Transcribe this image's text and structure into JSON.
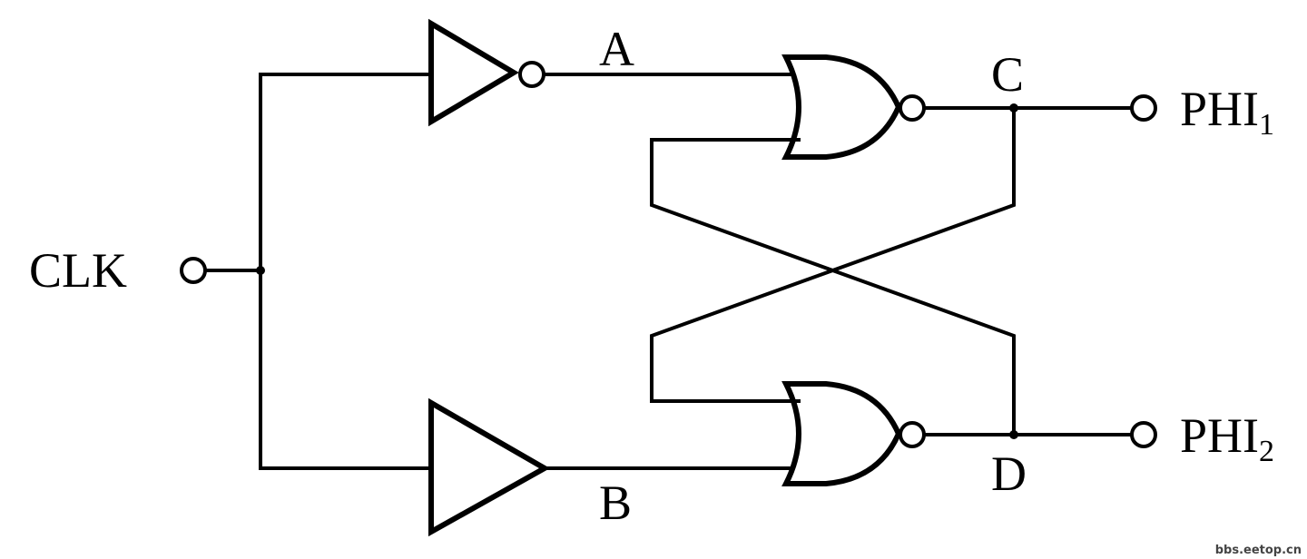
{
  "labels": {
    "clk": "CLK",
    "a": "A",
    "b": "B",
    "c": "C",
    "d": "D",
    "phi1_main": "PHI",
    "phi1_sub": "1",
    "phi2_main": "PHI",
    "phi2_sub": "2"
  },
  "watermark": "bbs.eetop.cn",
  "colors": {
    "line": "#000000",
    "background": "#ffffff"
  }
}
